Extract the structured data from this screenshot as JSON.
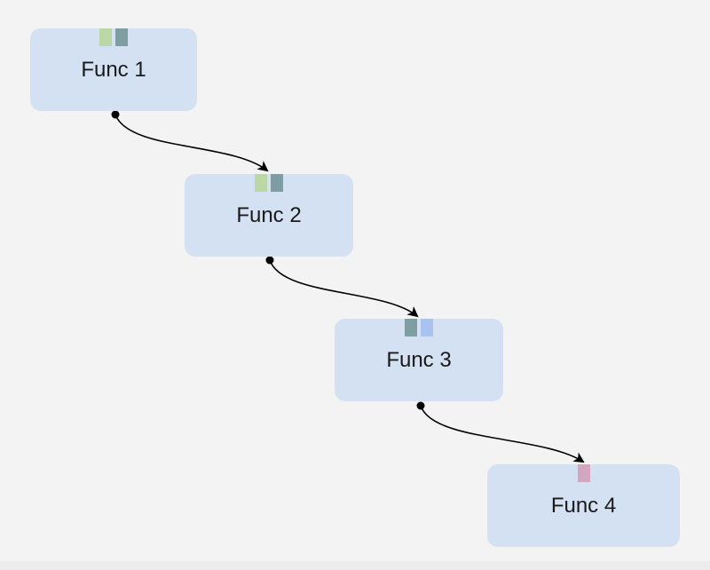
{
  "nodes": [
    {
      "label": "Func 1",
      "ports": [
        "#bcd7a6",
        "#7f9ea3"
      ]
    },
    {
      "label": "Func 2",
      "ports": [
        "#bcd7a6",
        "#7f9ea3"
      ]
    },
    {
      "label": "Func 3",
      "ports": [
        "#7f9ea3",
        "#a9c2ef"
      ]
    },
    {
      "label": "Func 4",
      "ports": [
        "#d3a6bd"
      ]
    }
  ],
  "colors": {
    "background": "#f3f3f3",
    "node_fill": "#d4e1f2",
    "edge": "#000000"
  }
}
